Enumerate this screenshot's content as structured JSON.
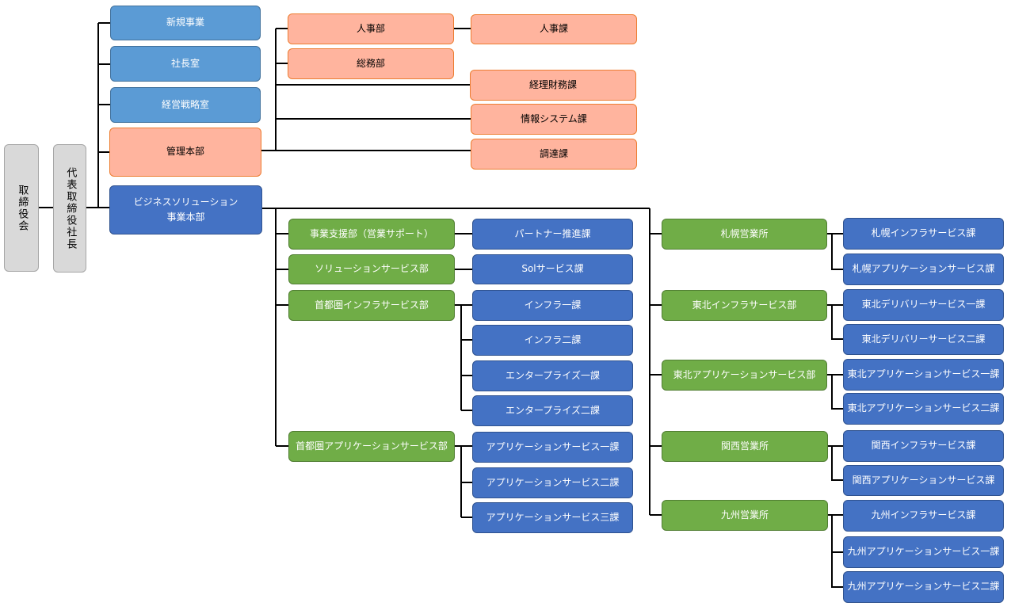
{
  "colors": {
    "board": "#d9d9d9",
    "staff": "#5b9bd5",
    "admin": "#ffb49e",
    "business": "#4472c4",
    "department": "#70ad47",
    "line": "#000000"
  },
  "org": {
    "board": "取締役会",
    "president": "代表取締役社長",
    "staff": [
      "新規事業",
      "社長室",
      "経営戦略室"
    ],
    "admin_hq": {
      "name": "管理本部",
      "departments": [
        "人事部",
        "総務部"
      ],
      "hr_section": "人事課",
      "sections": [
        "経理財務課",
        "情報システム課",
        "調達課"
      ]
    },
    "business_hq": {
      "name": "ビジネスソリューション\n事業本部",
      "departments": [
        {
          "name": "事業支援部（営業サポート）",
          "sections": [
            "パートナー推進課"
          ]
        },
        {
          "name": "ソリューションサービス部",
          "sections": [
            "Solサービス課"
          ]
        },
        {
          "name": "首都圏インフラサービス部",
          "sections": [
            "インフラ一課",
            "インフラ二課",
            "エンタープライズ一課",
            "エンタープライズ二課"
          ]
        },
        {
          "name": "首都圏アプリケーションサービス部",
          "sections": [
            "アプリケーションサービス一課",
            "アプリケーションサービス二課",
            "アプリケーションサービス三課"
          ]
        }
      ],
      "regional": [
        {
          "name": "札幌営業所",
          "sections": [
            "札幌インフラサービス課",
            "札幌アプリケーションサービス課"
          ]
        },
        {
          "name": "東北インフラサービス部",
          "sections": [
            "東北デリバリーサービス一課",
            "東北デリバリーサービス二課"
          ]
        },
        {
          "name": "東北アプリケーションサービス部",
          "sections": [
            "東北アプリケーションサービス一課",
            "東北アプリケーションサービス二課"
          ]
        },
        {
          "name": "関西営業所",
          "sections": [
            "関西インフラサービス課",
            "関西アプリケーションサービス課"
          ]
        },
        {
          "name": "九州営業所",
          "sections": [
            "九州インフラサービス課",
            "九州アプリケーションサービス一課",
            "九州アプリケーションサービス二課"
          ]
        }
      ]
    }
  }
}
